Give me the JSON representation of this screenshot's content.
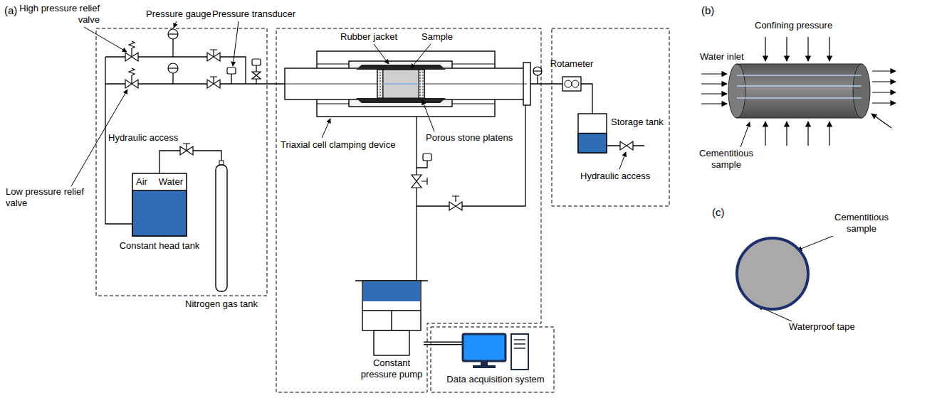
{
  "diagram": {
    "nodes": [
      {
        "text": [
          "Air",
          "Water",
          "Constant head tank"
        ]
      },
      {
        "text": [
          "Nitrogen gas tank"
        ]
      },
      {
        "text": [
          "Rotameter"
        ]
      },
      {
        "text": [
          "Storage tank"
        ]
      },
      {
        "text": [
          "Constant pressure pump"
        ]
      },
      {
        "text": [
          "Data acquisition system"
        ]
      }
    ],
    "edges": [
      {
        "from": 1,
        "to": 0,
        "arrow": "none"
      },
      {
        "from": 2,
        "to": 3,
        "arrow": "none"
      },
      {
        "from": 4,
        "to": 5,
        "arrow": "none"
      }
    ],
    "labels": [
      "(a)",
      "High pressure relief valve",
      "Pressure gauge",
      "Pressure transducer",
      "Rubber jacket",
      "Sample",
      "Low pressure relief valve",
      "Hydraulic access",
      "Triaxial cell clamping device",
      "Porous stone platens",
      "Hydraulic access",
      "(b)",
      "Confining pressure",
      "Water inlet",
      "Cementitious sample",
      "(c)",
      "Cementitious sample",
      "Waterproof tape"
    ]
  }
}
